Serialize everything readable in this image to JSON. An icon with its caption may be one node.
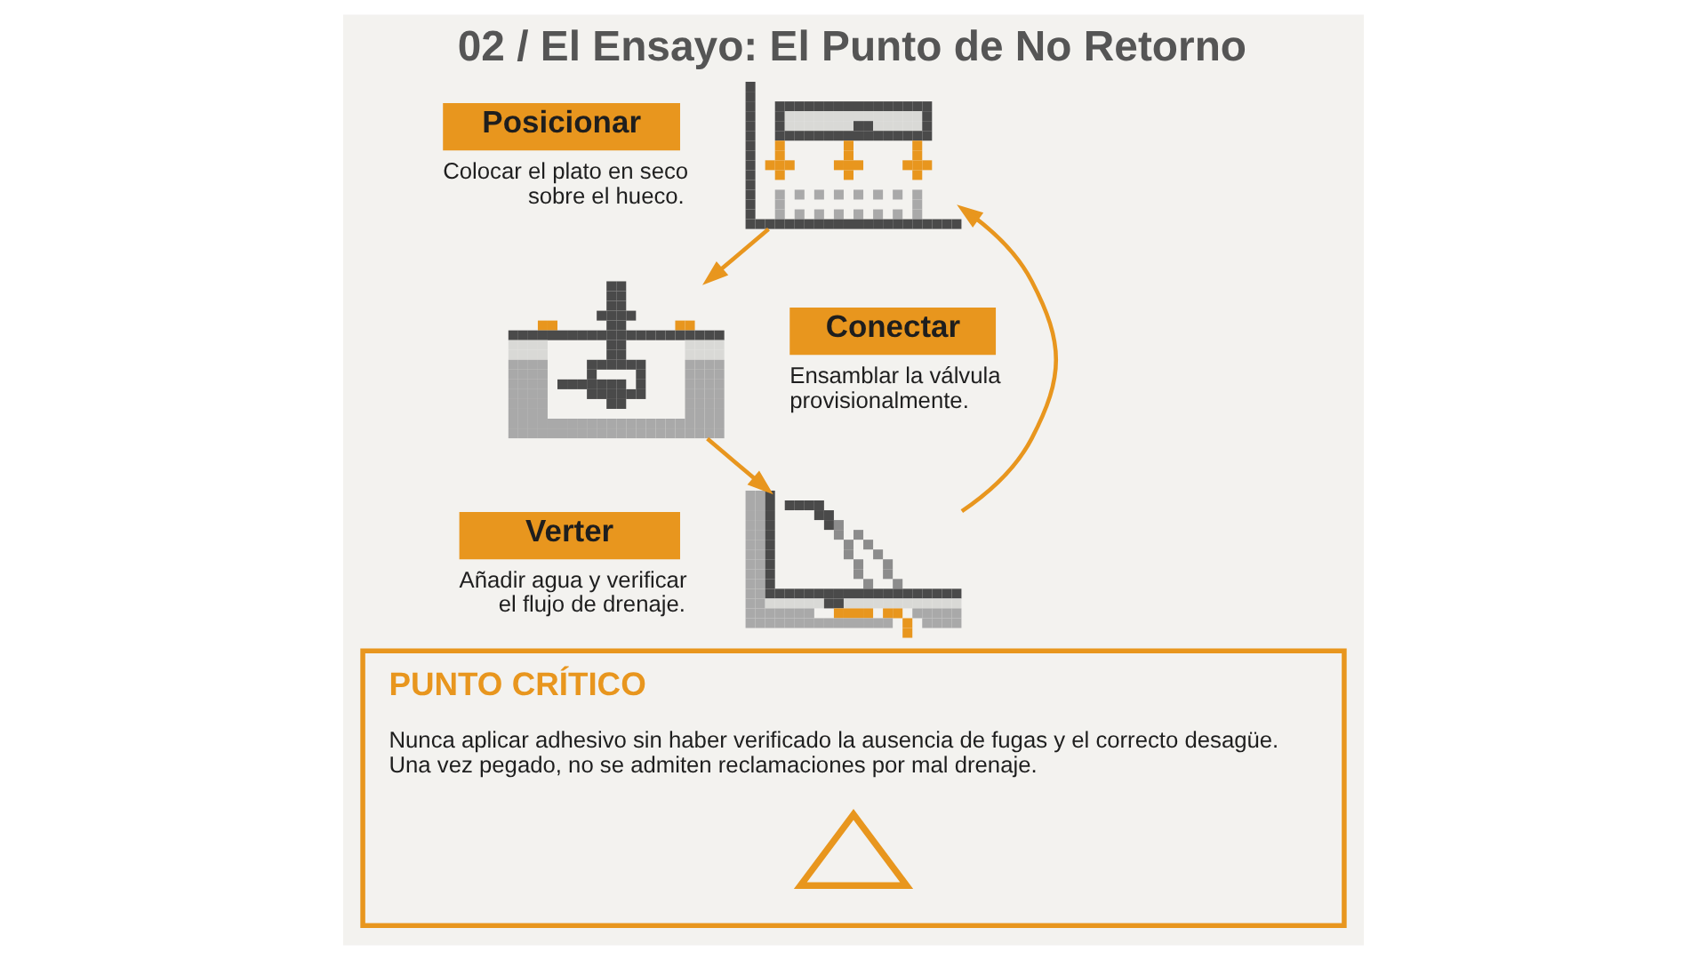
{
  "diagram": {
    "title": "02 / El Ensayo: El Punto de No Retorno",
    "nodes": [
      {
        "text": [],
        "shape": "picture",
        "beside": [
          "Posicionar",
          "Colocar el plato en seco sobre el hueco."
        ]
      },
      {
        "text": [],
        "shape": "picture",
        "beside": [
          "Conectar",
          "Ensamblar la válvula provisionalmente."
        ]
      },
      {
        "text": [],
        "shape": "picture",
        "beside": [
          "Verter",
          "Añadir agua y verificar el flujo de drenaje."
        ]
      },
      {
        "text": [
          "PUNTO CRÍTICO",
          "Nunca aplicar adhesivo sin haber verificado la ausencia de fugas y el correcto desagüe. Una vez pegado, no se admiten reclamaciones por mal drenaje."
        ]
      },
      {
        "text": [],
        "shape": "triangle",
        "in": 3
      }
    ],
    "edges": [
      {
        "from": 0,
        "to": 1,
        "arrow": "to"
      },
      {
        "from": 1,
        "to": 2,
        "arrow": "to"
      },
      {
        "from": 2,
        "to": 0,
        "arrow": "to"
      }
    ]
  }
}
